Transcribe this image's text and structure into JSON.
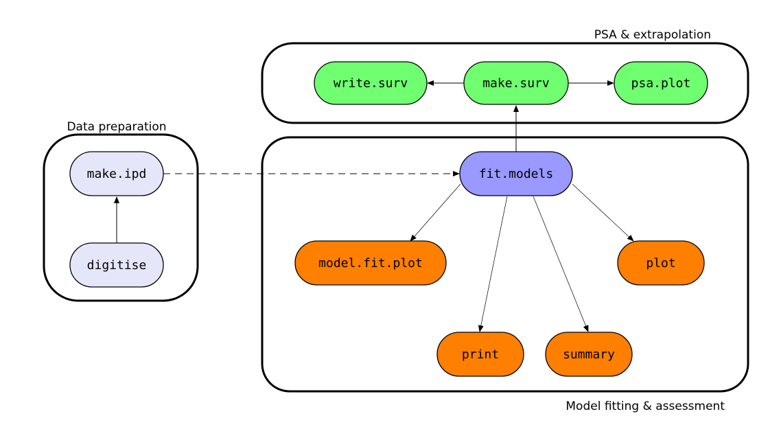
{
  "groups": {
    "data_prep": {
      "label": "Data preparation"
    },
    "psa": {
      "label": "PSA & extrapolation"
    },
    "model_fitting": {
      "label": "Model fitting & assessment"
    }
  },
  "nodes": {
    "make_ipd": {
      "label": "make.ipd",
      "color": "#e6e6fa"
    },
    "digitise": {
      "label": "digitise",
      "color": "#e6e6fa"
    },
    "write_surv": {
      "label": "write.surv",
      "color": "#70ff70"
    },
    "make_surv": {
      "label": "make.surv",
      "color": "#70ff70"
    },
    "psa_plot": {
      "label": "psa.plot",
      "color": "#70ff70"
    },
    "fit_models": {
      "label": "fit.models",
      "color": "#9999ff"
    },
    "model_fit_plot": {
      "label": "model.fit.plot",
      "color": "#ff7f00"
    },
    "plot": {
      "label": "plot",
      "color": "#ff7f00"
    },
    "print": {
      "label": "print",
      "color": "#ff7f00"
    },
    "summary": {
      "label": "summary",
      "color": "#ff7f00"
    }
  },
  "edges": [
    {
      "from": "digitise",
      "to": "make_ipd",
      "style": "solid"
    },
    {
      "from": "make_ipd",
      "to": "fit_models",
      "style": "dashed"
    },
    {
      "from": "fit_models",
      "to": "make_surv",
      "style": "solid"
    },
    {
      "from": "make_surv",
      "to": "write_surv",
      "style": "solid"
    },
    {
      "from": "make_surv",
      "to": "psa_plot",
      "style": "solid"
    },
    {
      "from": "fit_models",
      "to": "model_fit_plot",
      "style": "thin"
    },
    {
      "from": "fit_models",
      "to": "print",
      "style": "thin"
    },
    {
      "from": "fit_models",
      "to": "summary",
      "style": "thin"
    },
    {
      "from": "fit_models",
      "to": "plot",
      "style": "thin"
    }
  ]
}
